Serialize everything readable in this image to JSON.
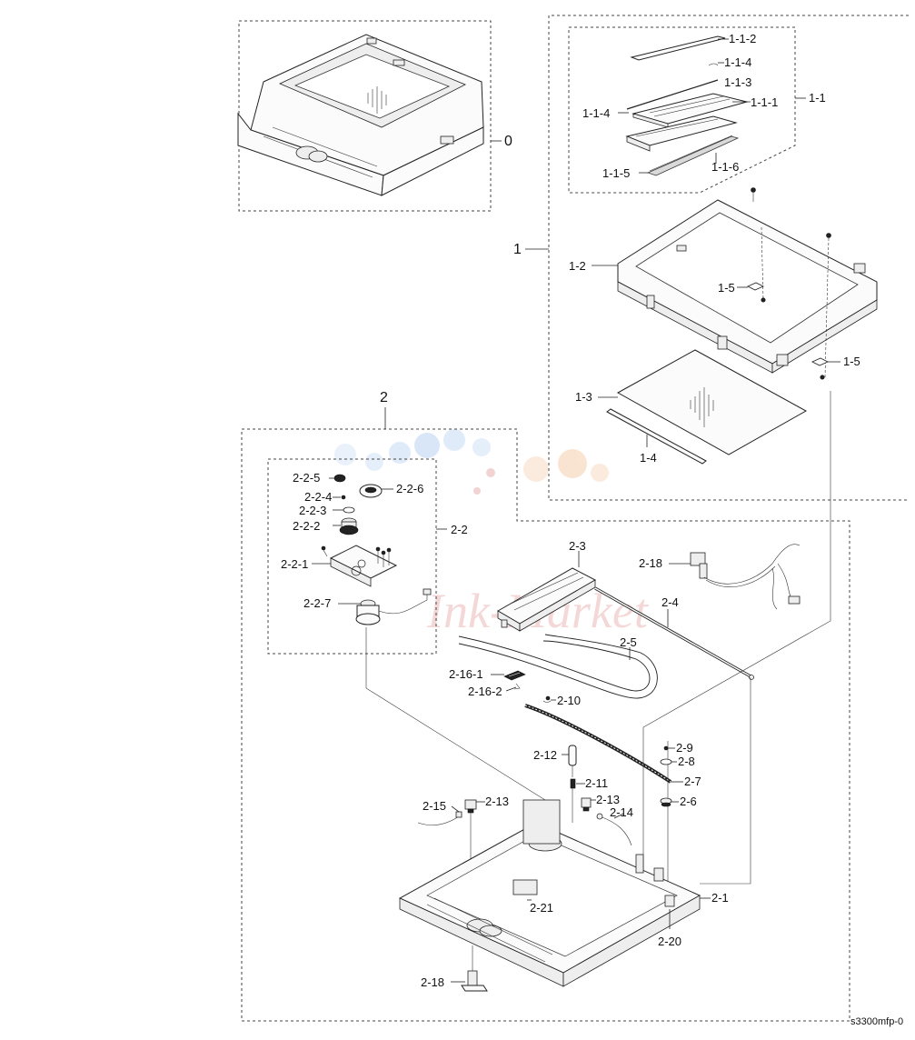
{
  "labels": {
    "l0": "0",
    "l1": "1",
    "l1_1": "1-1",
    "l1_1_1": "1-1-1",
    "l1_1_2": "1-1-2",
    "l1_1_3": "1-1-3",
    "l1_1_4a": "1-1-4",
    "l1_1_4b": "1-1-4",
    "l1_1_5": "1-1-5",
    "l1_1_6": "1-1-6",
    "l1_2": "1-2",
    "l1_3": "1-3",
    "l1_4": "1-4",
    "l1_5a": "1-5",
    "l1_5b": "1-5",
    "l2": "2",
    "l2_1": "2-1",
    "l2_2": "2-2",
    "l2_2_1": "2-2-1",
    "l2_2_2": "2-2-2",
    "l2_2_3": "2-2-3",
    "l2_2_4": "2-2-4",
    "l2_2_5": "2-2-5",
    "l2_2_6": "2-2-6",
    "l2_2_7": "2-2-7",
    "l2_3": "2-3",
    "l2_4": "2-4",
    "l2_5": "2-5",
    "l2_6": "2-6",
    "l2_7": "2-7",
    "l2_8": "2-8",
    "l2_9": "2-9",
    "l2_10": "2-10",
    "l2_11": "2-11",
    "l2_12": "2-12",
    "l2_13a": "2-13",
    "l2_13b": "2-13",
    "l2_14": "2-14",
    "l2_15": "2-15",
    "l2_16_1": "2-16-1",
    "l2_16_2": "2-16-2",
    "l2_18a": "2-18",
    "l2_18b": "2-18",
    "l2_20": "2-20",
    "l2_21": "2-21"
  },
  "footer": {
    "code": "s3300mfp-0"
  },
  "watermark": {
    "text": "Ink-Market",
    "colors": [
      "#9fc3ef",
      "#f4c9a0",
      "#e8a0a0"
    ]
  }
}
